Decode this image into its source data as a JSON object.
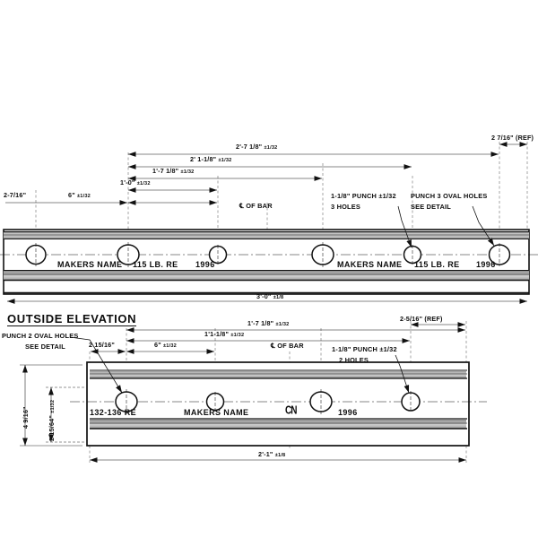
{
  "drawing": {
    "title_upper": "OUTSIDE ELEVATION",
    "centerline_label": "℄ OF BAR"
  },
  "upper_view": {
    "dim_chain": [
      {
        "text": "2'-7 1/8\"",
        "tol": "±1/32"
      },
      {
        "text": "2' 1-1/8\"",
        "tol": "±1/32"
      },
      {
        "text": "1'-7 1/8\"",
        "tol": "±1/32"
      },
      {
        "text": "1'-0\"",
        "tol": "±1/32"
      },
      {
        "text": "6\"",
        "tol": "±1/32"
      }
    ],
    "left_edge_dim": "2-7/16\"",
    "right_ref_dim": "2 7/16\" (REF)",
    "overall_dim": {
      "text": "3'-0\"",
      "tol": "±1/8"
    },
    "callouts": [
      {
        "line1": "1-1/8\" PUNCH",
        "tol": "±1/32",
        "line2": "3 HOLES"
      },
      {
        "line1": "PUNCH 3 OVAL HOLES",
        "tol": "",
        "line2": "SEE DETAIL"
      }
    ],
    "bar_stamps": [
      "MAKERS NAME",
      "115 LB. RE",
      "1996",
      "MAKERS NAME",
      "115 LB. RE",
      "1996"
    ],
    "holes_x": [
      40,
      143,
      243,
      360,
      460,
      557
    ]
  },
  "lower_view": {
    "dim_chain": [
      {
        "text": "1'-7 1/8\"",
        "tol": "±1/32"
      },
      {
        "text": "1'1-1/8\"",
        "tol": "±1/32"
      },
      {
        "text": "6\"",
        "tol": "±1/32"
      }
    ],
    "left_edge_dim": "2 15/16\"",
    "right_ref_dim": "2-5/16\" (REF)",
    "overall_dim": {
      "text": "2'-1\"",
      "tol": "±1/8"
    },
    "height_dim_outer": "4 9/16\"",
    "height_dim_inner": {
      "text": "2 15/64\"",
      "tol": "±1/32"
    },
    "callouts": [
      {
        "line1": "PUNCH 2 OVAL HOLES",
        "tol": "",
        "line2": "SEE DETAIL"
      },
      {
        "line1": "1-1/8\" PUNCH",
        "tol": "±1/32",
        "line2": "2 HOLES"
      }
    ],
    "bar_stamps": [
      "132-136 RE",
      "MAKERS NAME",
      "1996"
    ],
    "logo": "CN",
    "holes_x": [
      141,
      240,
      358,
      458
    ]
  },
  "colors": {
    "ink": "#111111",
    "paper": "#ffffff",
    "shade": "#bdbdbd"
  }
}
